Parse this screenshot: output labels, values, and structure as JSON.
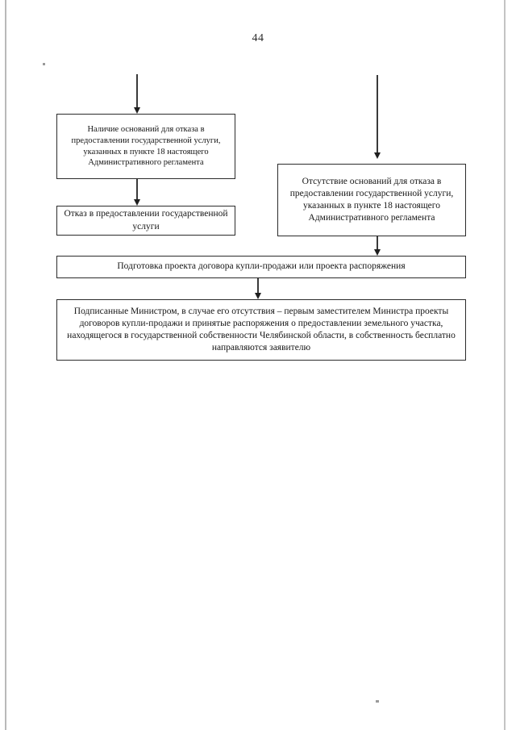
{
  "document": {
    "page_number": "44"
  },
  "flowchart": {
    "boxes": [
      {
        "id": "refusal-grounds",
        "text": "Наличие оснований для отказа в предоставлении государственной услуги, указанных в пункте 18 настоящего Административного регламента"
      },
      {
        "id": "refusal-decision",
        "text": "Отказ в предоставлении государственной услуги"
      },
      {
        "id": "no-grounds",
        "text": "Отсутствие оснований для отказа в предоставлении государственной услуги, указанных в пункте 18 настоящего Административного регламента"
      },
      {
        "id": "draft-contract",
        "text": "Подготовка проекта договора купли-продажи или проекта распоряжения"
      },
      {
        "id": "signed-documents",
        "text": "Подписанные Министром, в случае его отсутствия – первым заместителем Министра проекты договоров купли-продажи и принятые распоряжения о предоставлении земельного участка, находящегося в государственной собственности Челябинской области, в собственность бесплатно направляются заявителю"
      }
    ]
  }
}
